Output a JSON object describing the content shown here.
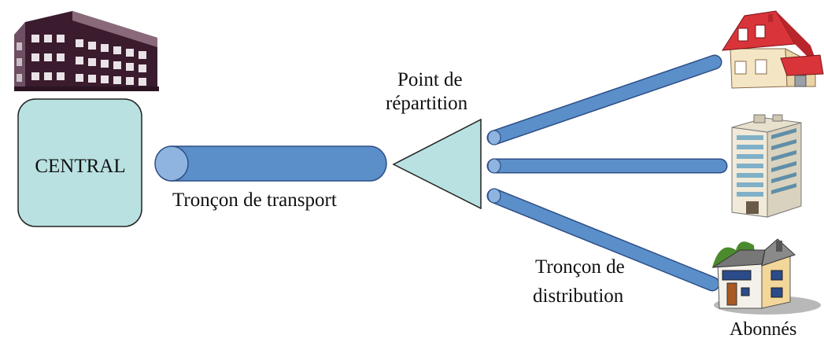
{
  "diagram": {
    "central": {
      "label": "CENTRAL"
    },
    "transport": {
      "label": "Tronçon de transport"
    },
    "repartition": {
      "label_line1": "Point de",
      "label_line2": "répartition"
    },
    "distribution": {
      "label_line1": "Tronçon de",
      "label_line2": "distribution"
    },
    "abonnes": {
      "label": "Abonnés"
    },
    "colors": {
      "central_fill": "#b9e1e1",
      "cable_fill": "#5b8fca",
      "cable_end": "#8fb4e0",
      "cable_stroke": "#2e4f86",
      "splitter_fill": "#b9e1e1",
      "outline": "#222222"
    },
    "icons": [
      "office-building-icon",
      "red-roof-house-icon",
      "apartment-tower-icon",
      "small-house-icon"
    ]
  }
}
